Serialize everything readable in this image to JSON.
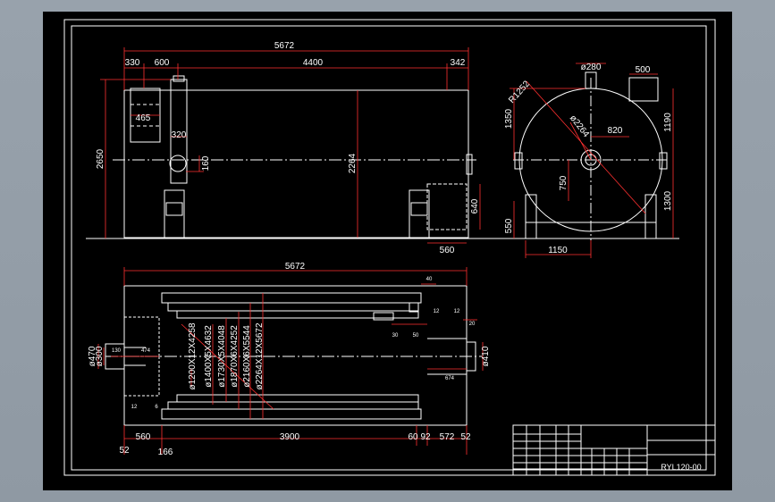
{
  "drawing": {
    "code": "RYL120-00",
    "colors": {
      "background": "#000000",
      "line": "#ffffff",
      "dimension": "#ff3030",
      "canvas": "#949ea8"
    }
  },
  "front_view": {
    "overall": "5672",
    "seg_330": "330",
    "seg_600": "600",
    "seg_4400": "4400",
    "seg_342": "342",
    "height": "2650",
    "inner_height": "2264",
    "box_width": "465",
    "pipe": "320",
    "pipe_offset": "160",
    "flange": "640",
    "flange_width": "560"
  },
  "side_view": {
    "top_dia": "ø280",
    "top_width": "500",
    "radius": "R1252",
    "dia": "ø2264",
    "left_height": "1350",
    "right_height": "1190",
    "offset": "820",
    "center_height": "750",
    "lower_right": "1300",
    "base_height": "550",
    "base_width": "1150"
  },
  "plan_view": {
    "overall": "5672",
    "top_small": "40",
    "right_12a": "12",
    "right_12b": "12",
    "d30": "30",
    "d50": "50",
    "d20": "20",
    "inlet_470": "ø470",
    "inlet_300": "ø300",
    "w130": "130",
    "w474": "474",
    "outlet_410": "ø410",
    "outlet_674": "674",
    "left_12": "12",
    "left_6": "6",
    "coil_1": "ø1200X12X4258",
    "coil_2": "ø1400X5X4632",
    "coil_3": "ø1730X5X4048",
    "coil_4": "ø1870X6X4252",
    "coil_5": "ø2160X6X5544",
    "coil_6": "ø2264X12X5672",
    "bottom_560": "560",
    "bottom_3900": "3900",
    "bottom_60": "60",
    "bottom_92": "92",
    "bottom_572": "572",
    "bottom_52r": "52",
    "bottom_52l": "52",
    "bottom_166": "166"
  }
}
